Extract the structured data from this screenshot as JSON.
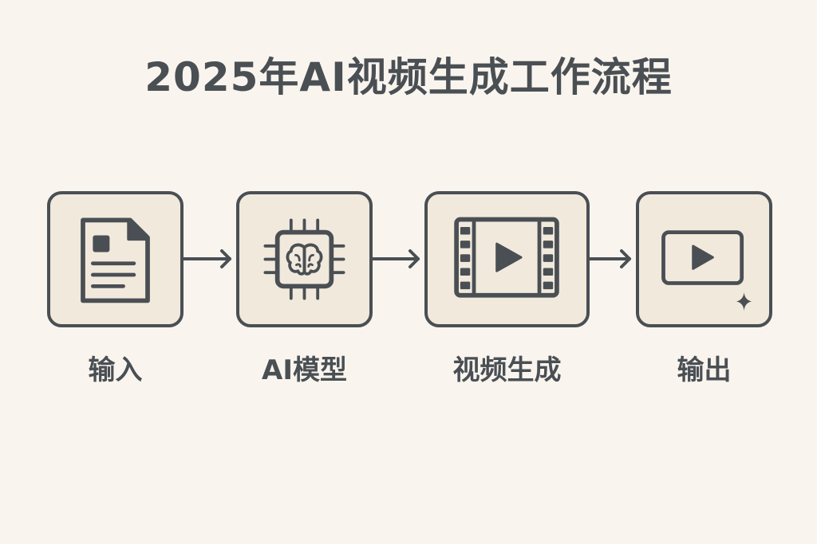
{
  "title": "2025年AI视频生成工作流程",
  "colors": {
    "background": "#f9f5ee",
    "box_fill": "#f1e9dc",
    "stroke": "#4a4f54"
  },
  "steps": [
    {
      "label": "输入",
      "icon": "document-icon"
    },
    {
      "label": "AI模型",
      "icon": "ai-chip-brain-icon"
    },
    {
      "label": "视频生成",
      "icon": "film-strip-play-icon"
    },
    {
      "label": "输出",
      "icon": "video-play-sparkle-icon"
    }
  ]
}
